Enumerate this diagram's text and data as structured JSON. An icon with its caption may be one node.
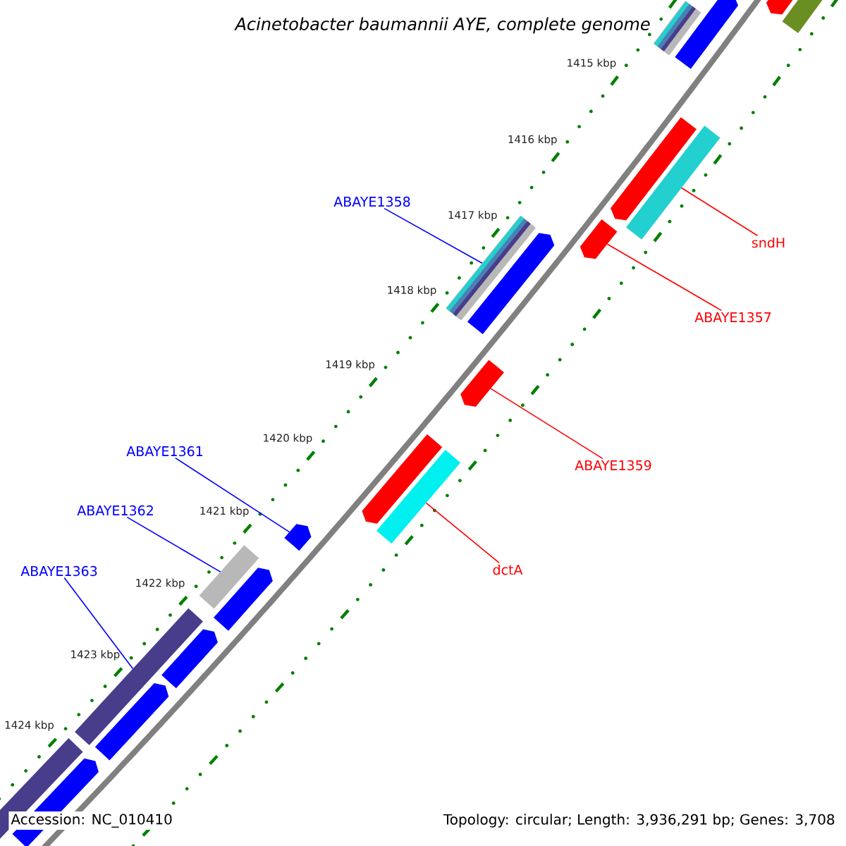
{
  "diagram": {
    "title": "Acinetobacter baumannii AYE, complete genome",
    "nodes": [
      {
        "text": [
          "ABAYE1358"
        ]
      },
      {
        "text": [],
        "shape": "bar"
      },
      {
        "text": [
          "sndH"
        ]
      },
      {
        "text": [],
        "shape": "bar"
      },
      {
        "text": [
          "ABAYE1357"
        ]
      },
      {
        "text": [],
        "shape": "bar"
      },
      {
        "text": [
          "ABAYE1359"
        ]
      },
      {
        "text": [],
        "shape": "bar"
      },
      {
        "text": [
          "dctA"
        ]
      },
      {
        "text": [],
        "shape": "bar"
      },
      {
        "text": [
          "ABAYE1361"
        ]
      },
      {
        "text": [],
        "shape": "bar"
      },
      {
        "text": [
          "ABAYE1362"
        ]
      },
      {
        "text": [],
        "shape": "bar"
      },
      {
        "text": [
          "ABAYE1363"
        ]
      },
      {
        "text": [],
        "shape": "bar"
      },
      {
        "text": [],
        "shape": "bar"
      },
      {
        "text": [],
        "shape": "bar"
      },
      {
        "text": [],
        "shape": "bar"
      },
      {
        "text": [],
        "shape": "bar"
      },
      {
        "text": [],
        "shape": "bar"
      },
      {
        "text": [],
        "shape": "bar"
      },
      {
        "text": [],
        "shape": "bar"
      },
      {
        "text": [],
        "shape": "bar"
      },
      {
        "text": [],
        "shape": "bar"
      },
      {
        "text": [],
        "shape": "bar"
      },
      {
        "text": [],
        "shape": "bar"
      },
      {
        "text": [],
        "shape": "bar"
      }
    ],
    "edges": [
      {
        "from": 0,
        "to": 1,
        "arrow": "none"
      },
      {
        "from": 2,
        "to": 3,
        "arrow": "none",
        "color": "#ff0000"
      },
      {
        "from": 4,
        "to": 5,
        "arrow": "none",
        "color": "#ff0000"
      },
      {
        "from": 6,
        "to": 7,
        "arrow": "none",
        "color": "#ff0000"
      },
      {
        "from": 8,
        "to": 9,
        "arrow": "none",
        "color": "#ff0000"
      },
      {
        "from": 10,
        "to": 11,
        "arrow": "none"
      },
      {
        "from": 12,
        "to": 13,
        "arrow": "none"
      },
      {
        "from": 14,
        "to": 15,
        "arrow": "none"
      }
    ],
    "labels": [
      "1415 kbp",
      "1416 kbp",
      "1417 kbp",
      "1418 kbp",
      "1419 kbp",
      "1420 kbp",
      "1421 kbp",
      "1422 kbp",
      "1423 kbp",
      "1424 kbp",
      "Accession: NC_010410",
      "Topology: circular; Length: 3,936,291 bp; Genes: 3,708"
    ]
  }
}
